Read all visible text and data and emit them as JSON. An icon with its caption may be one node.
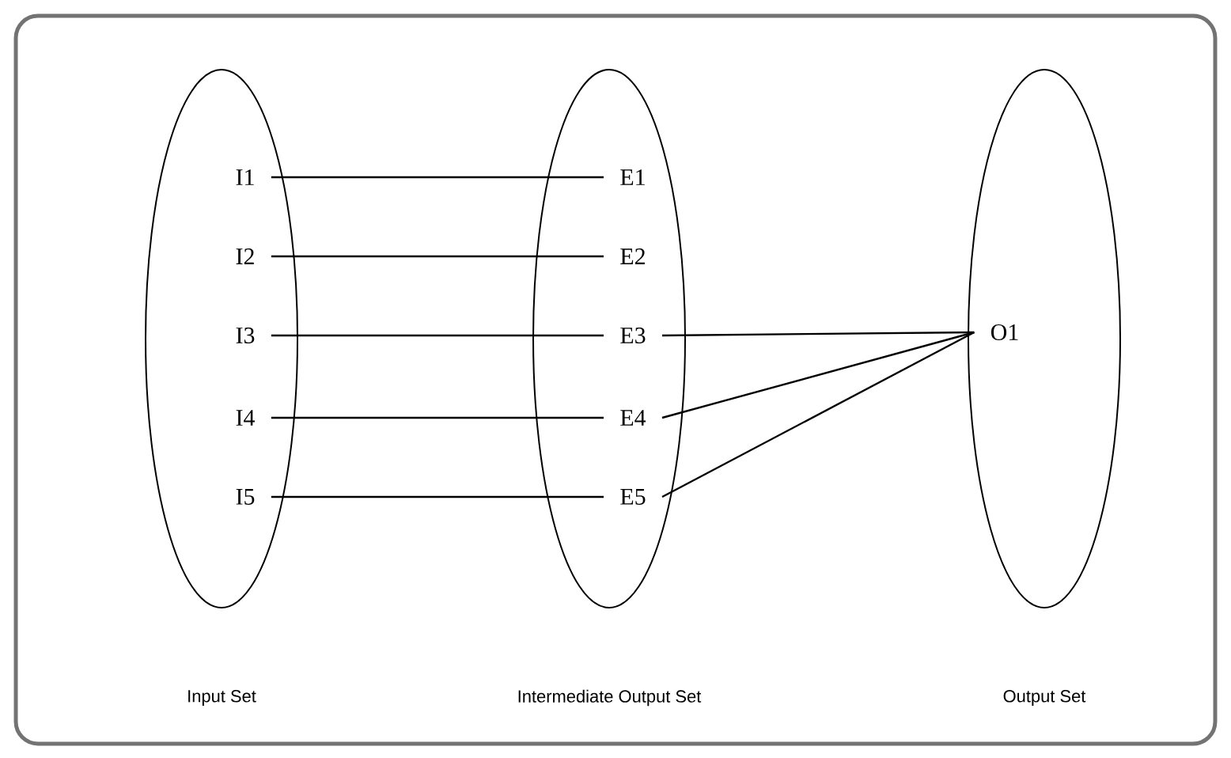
{
  "diagram": {
    "nodes": [
      {
        "text": [
          "Input Set"
        ]
      },
      {
        "text": [
          "I1"
        ],
        "in": 0
      },
      {
        "text": [
          "I2"
        ],
        "in": 0
      },
      {
        "text": [
          "I3"
        ],
        "in": 0
      },
      {
        "text": [
          "I4"
        ],
        "in": 0
      },
      {
        "text": [
          "I5"
        ],
        "in": 0
      },
      {
        "text": [
          "Intermediate Output Set"
        ]
      },
      {
        "text": [
          "E1"
        ],
        "in": 6
      },
      {
        "text": [
          "E2"
        ],
        "in": 6
      },
      {
        "text": [
          "E3"
        ],
        "in": 6
      },
      {
        "text": [
          "E4"
        ],
        "in": 6
      },
      {
        "text": [
          "E5"
        ],
        "in": 6
      },
      {
        "text": [
          "Output Set"
        ]
      },
      {
        "text": [
          "O1"
        ],
        "in": 12
      }
    ],
    "edges": [
      {
        "from": 1,
        "to": 7,
        "arrow": "none"
      },
      {
        "from": 2,
        "to": 8,
        "arrow": "none"
      },
      {
        "from": 3,
        "to": 9,
        "arrow": "none"
      },
      {
        "from": 4,
        "to": 10,
        "arrow": "none"
      },
      {
        "from": 5,
        "to": 11,
        "arrow": "none"
      },
      {
        "from": 9,
        "to": 13,
        "arrow": "none"
      },
      {
        "from": 10,
        "to": 13,
        "arrow": "none"
      },
      {
        "from": 11,
        "to": 13,
        "arrow": "none"
      }
    ]
  }
}
